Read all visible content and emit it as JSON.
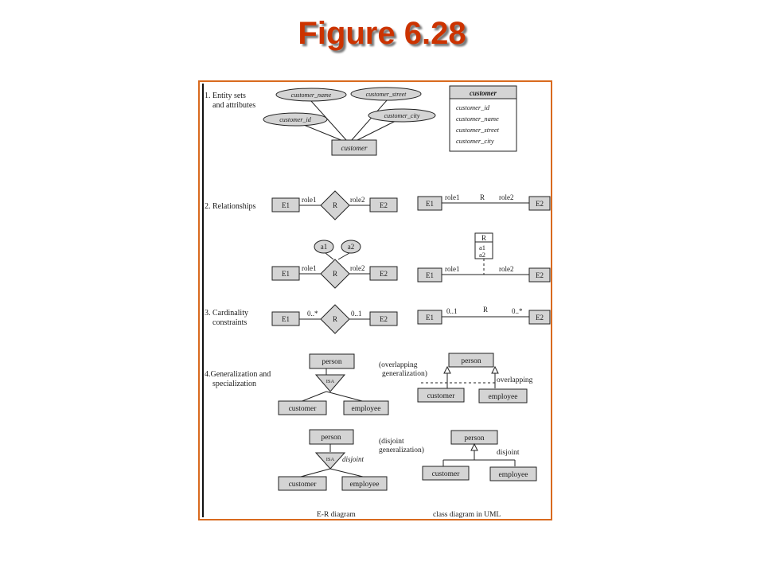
{
  "title": "Figure 6.28",
  "sections": {
    "entity_sets": [
      "1. Entity sets",
      "and attributes"
    ],
    "relationships": "2. Relationships",
    "cardinality": [
      "3. Cardinality",
      "constraints"
    ],
    "generalization": [
      "4.Generalization and",
      "specialization"
    ]
  },
  "entity": {
    "name": "customer",
    "attributes": [
      "customer_name",
      "customer_street",
      "customer_id",
      "customer_city"
    ],
    "uml_attributes": [
      "customer_id",
      "customer_name",
      "customer_street",
      "customer_city"
    ]
  },
  "rel": {
    "e1": "E1",
    "e2": "E2",
    "r": "R",
    "role1": "role1",
    "role2": "role2",
    "a1": "a1",
    "a2": "a2"
  },
  "card": {
    "left": "0..*",
    "right": "0..1"
  },
  "gen": {
    "person": "person",
    "isa": "ISA",
    "customer": "customer",
    "employee": "employee",
    "overlapping_note": [
      "(overlapping",
      "generalization)"
    ],
    "disjoint_note": [
      "(disjoint",
      "generalization)"
    ],
    "overlapping": "overlapping",
    "disjoint": "disjoint"
  },
  "captions": {
    "er": "E-R diagram",
    "uml": "class diagram in UML"
  },
  "colors": {
    "title": "#cc3300",
    "frame": "#d96a1e",
    "box_fill": "#d4d4d4"
  }
}
